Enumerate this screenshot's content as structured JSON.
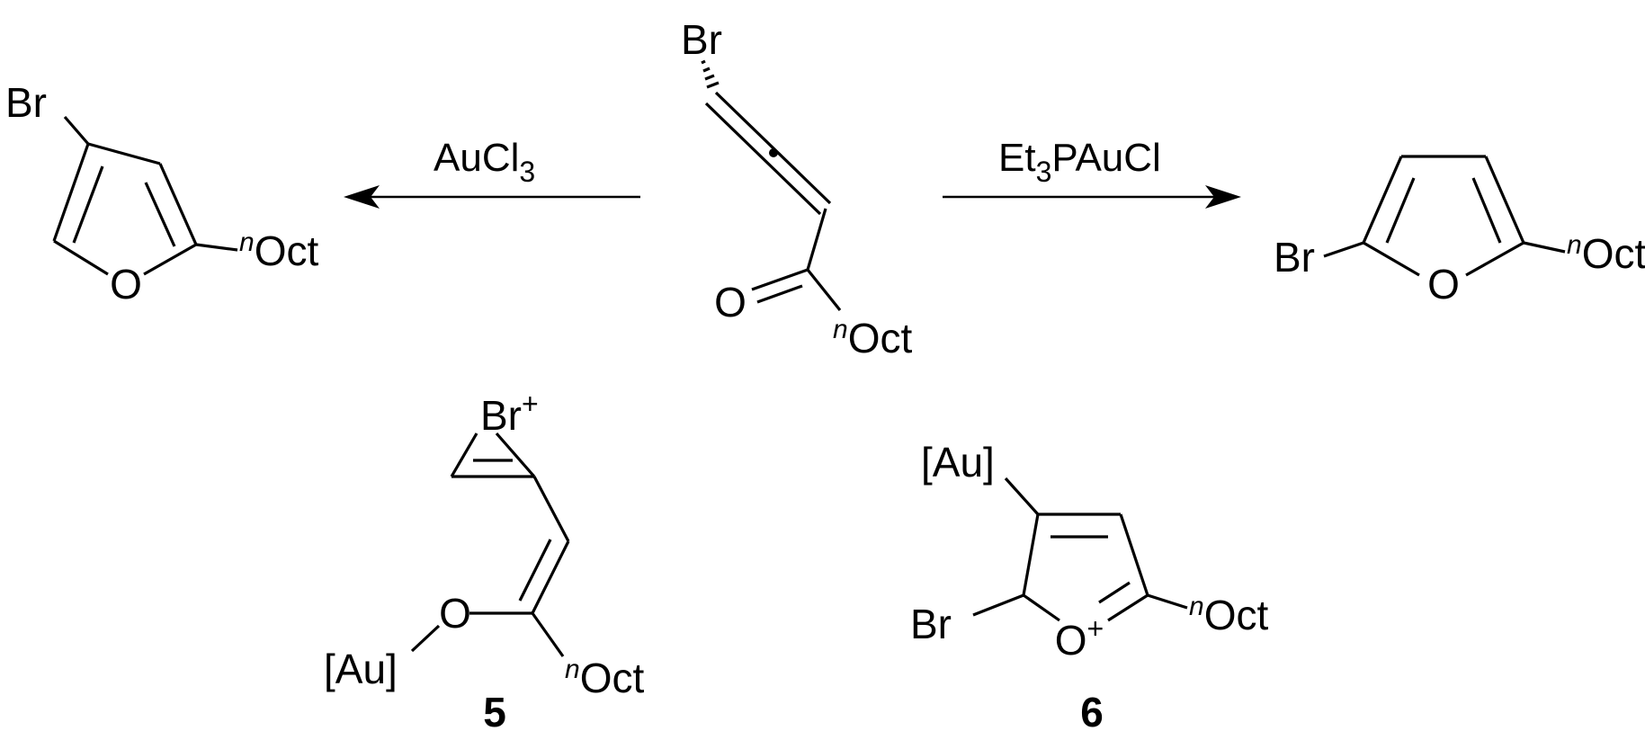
{
  "arrows": {
    "left": {
      "reagent_main": "AuCl",
      "reagent_sub": "3"
    },
    "right": {
      "reagent_pre": "Et",
      "reagent_sub": "3",
      "reagent_post": "PAuCl"
    }
  },
  "substituents": {
    "bromo": "Br",
    "n_prefix": "n",
    "octyl": "Oct",
    "oxygen": "O",
    "gold": "[Au]",
    "plus": "+"
  },
  "compounds": {
    "intermediate_5": "5",
    "intermediate_6": "6"
  }
}
